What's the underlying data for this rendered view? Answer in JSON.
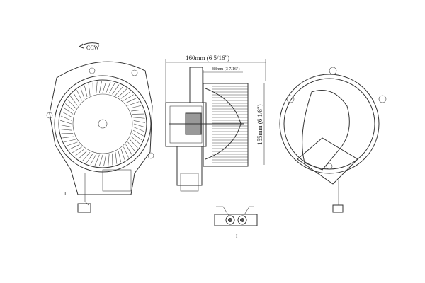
{
  "drawing": {
    "rotation_label": "CCW",
    "dim_overall_length": "160mm (6 5/16\")",
    "dim_wheel_length": "88mm (3 7/16\")",
    "dim_diameter": "155mm (6 1/8\")",
    "connector_minus": "−",
    "connector_plus": "+",
    "section_mark": "I"
  }
}
